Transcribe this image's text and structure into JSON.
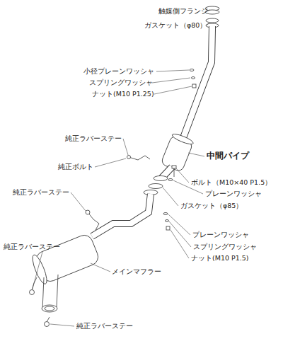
{
  "diagram": {
    "labels": [
      "触媒側フランジ",
      "ガスケット（φ80）",
      "小径プレーンワッシャ",
      "スプリングワッシャ",
      "ナット(M10 P1.25)",
      "純正ラバーステー",
      "純正ボルト",
      "中間パイプ",
      "ボルト（M10×40 P1.5）",
      "プレーンワッシャ",
      "ガスケット（φ85）",
      "純正ラバーステー",
      "プレーンワッシャ",
      "スプリングワッシャ",
      "ナット(M10 P1.5)",
      "純正ラバーステー",
      "メインマフラー",
      "純正ラバーステー"
    ]
  }
}
